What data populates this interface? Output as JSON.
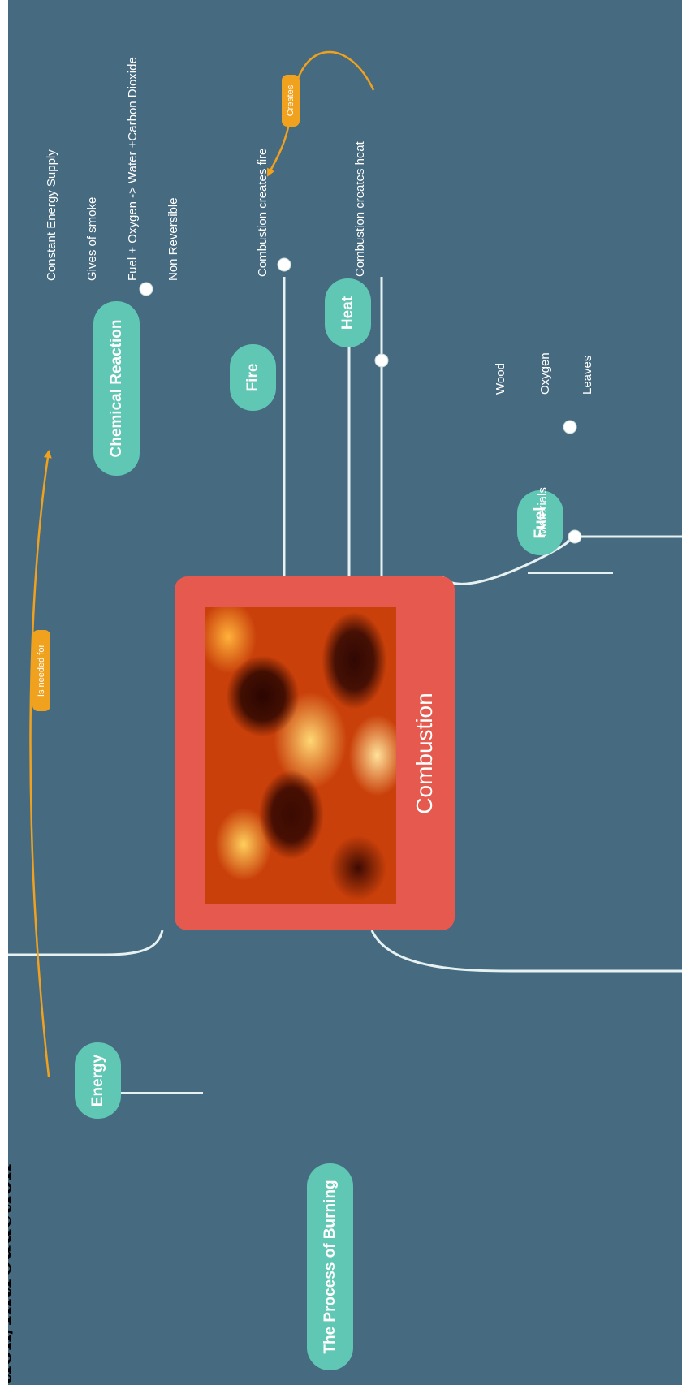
{
  "header": {
    "title": "tion/Introduction"
  },
  "central_topic": {
    "label": "Combustion"
  },
  "topics": {
    "energy": {
      "label": "Energy"
    },
    "process": {
      "label": "The Process of Burning"
    },
    "chemical_reaction": {
      "label": "Chemical Reaction",
      "children": [
        "Constant Energy Supply",
        "Gives of smoke",
        "Fuel + Oxygen -> Water +Carbon Dioxide",
        "Non Reversible"
      ]
    },
    "fire": {
      "label": "Fire",
      "children": [
        "Combustion creates fire"
      ]
    },
    "heat": {
      "label": "Heat",
      "children": [
        "Combustion creates heat"
      ]
    },
    "fuel": {
      "label": "Fuel",
      "children": [
        "Materials"
      ],
      "materials": [
        "Wood",
        "Oxygen",
        "Leaves"
      ]
    }
  },
  "relationships": [
    {
      "label": "Is needed for"
    },
    {
      "label": "Creates"
    }
  ],
  "colors": {
    "background": "#466a80",
    "topic": "#5fc7b3",
    "central": "#e5594e",
    "relationship": "#f0a21e",
    "line": "#e6f2f2"
  }
}
